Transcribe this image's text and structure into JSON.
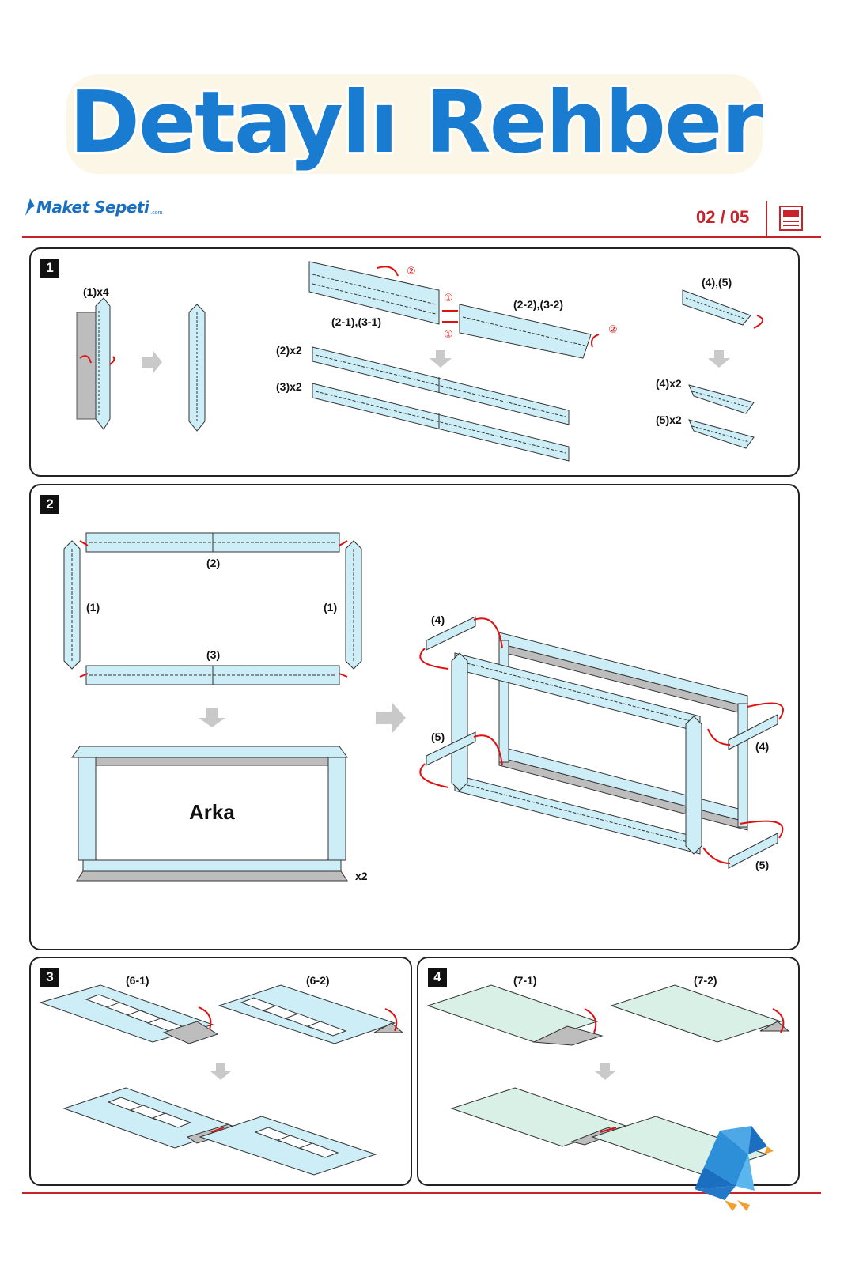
{
  "header": {
    "title": "Detaylı Rehber",
    "logo_text": "Maket Sepeti",
    "logo_suffix": ".com",
    "page_indicator": "02 / 05"
  },
  "steps": [
    {
      "number": "1",
      "labels": [
        "(1)x4",
        "(2-1),(3-1)",
        "(2-2),(3-2)",
        "(2)x2",
        "(3)x2",
        "(4),(5)",
        "(4)x2",
        "(5)x2"
      ],
      "markers": [
        "②",
        "①",
        "①",
        "②"
      ]
    },
    {
      "number": "2",
      "labels": [
        "(2)",
        "(1)",
        "(1)",
        "(3)",
        "(4)",
        "(5)",
        "(4)",
        "(5)"
      ],
      "center_text": "Arka",
      "multiplier": "x2"
    },
    {
      "number": "3",
      "labels": [
        "(6-1)",
        "(6-2)"
      ]
    },
    {
      "number": "4",
      "labels": [
        "(7-1)",
        "(7-2)"
      ]
    }
  ],
  "colors": {
    "brand_blue": "#1a7cd0",
    "accent_red": "#c8232b",
    "part_blue": "#cdeef6",
    "part_green": "#d8f0e6",
    "fold_gray": "#b5b5b5"
  }
}
